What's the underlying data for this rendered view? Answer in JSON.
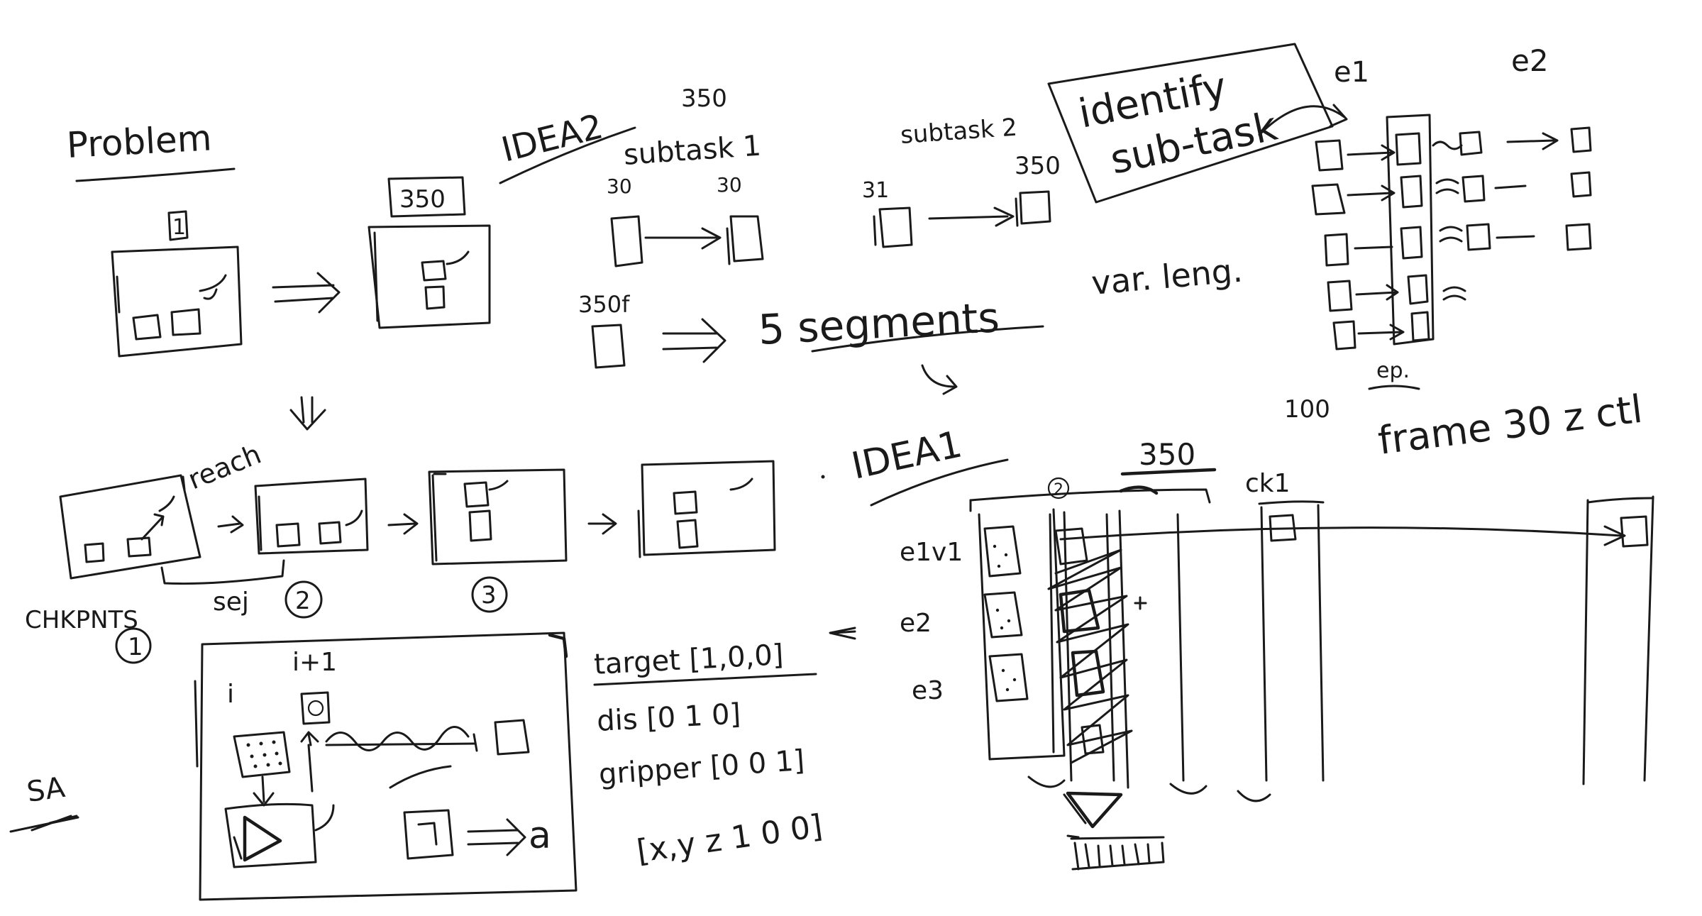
{
  "labels": {
    "problem": "Problem",
    "idea2": "IDEA2",
    "idea1": "IDEA1",
    "subtask1": "subtask 1",
    "subtask2": "subtask 2",
    "identify": "identify",
    "sub_task": "sub-task",
    "e1": "e1",
    "e2_top": "e2",
    "segments": "5 segments",
    "var_leng": "var. leng.",
    "n350_top": "350",
    "n350_box": "350",
    "n350_idea1": "350",
    "n30": "30",
    "n31": "31",
    "n30_b": "30",
    "n350f": "350f",
    "n1_box": "1",
    "n100": "100",
    "ep": "ep.",
    "frame": "frame 30 z ctl",
    "reach": "reach",
    "chkpnts": "CHKPNTS",
    "sej": "sej",
    "c1": "1",
    "c2": "2",
    "c3": "3",
    "ck1": "ck1",
    "c2_idea1": "2",
    "ep1": "e1v1",
    "ep2": "e2",
    "ep3": "e3",
    "i": "i",
    "i1": "i+1",
    "a": "a",
    "sa": "SA",
    "target": "target [1,0,0]",
    "dis": "dis [0 1 0]",
    "gripper": "gripper [0 0 1]",
    "xyz": "[x,y z 1 0 0]"
  }
}
